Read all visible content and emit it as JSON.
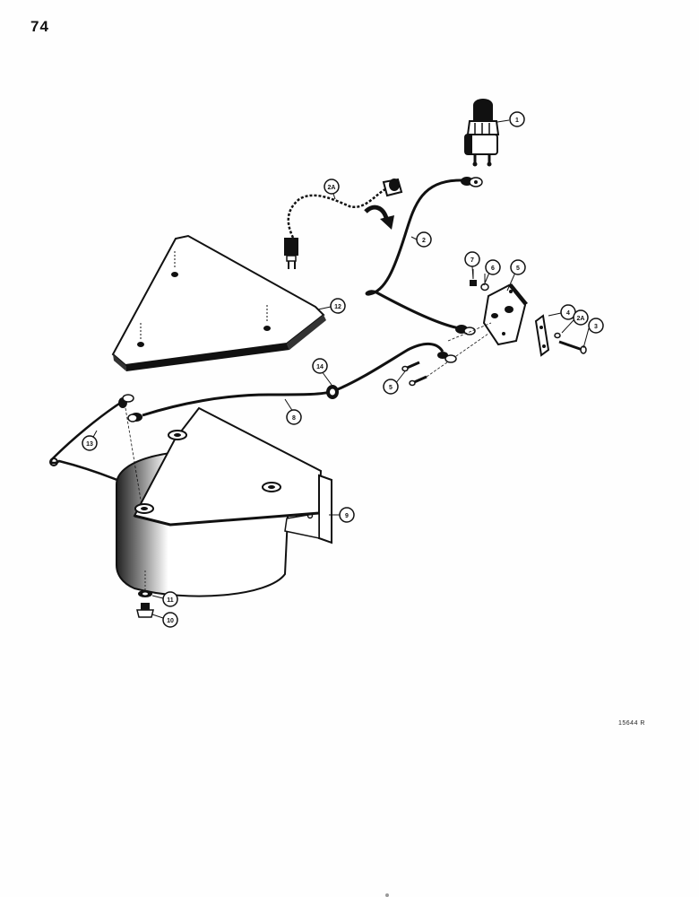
{
  "page": {
    "number": "74",
    "figure_code": "15644 R"
  },
  "callouts": {
    "c1": "1",
    "c2": "2",
    "c2a_top": "2A",
    "c2a_right": "2A",
    "c3": "3",
    "c4": "4",
    "c5_top": "5",
    "c5_bottom": "5",
    "c6": "6",
    "c7": "7",
    "c8": "8",
    "c9": "9",
    "c10": "10",
    "c11": "11",
    "c12": "12",
    "c13": "13",
    "c14": "14"
  },
  "colors": {
    "ink": "#111111",
    "paper": "#fefefe",
    "shade": "#555555"
  },
  "icons": [
    "push-button-switch-icon",
    "relay-icon",
    "horn-icon",
    "cover-plate-icon",
    "grommet-icon",
    "curved-arrow-icon"
  ]
}
